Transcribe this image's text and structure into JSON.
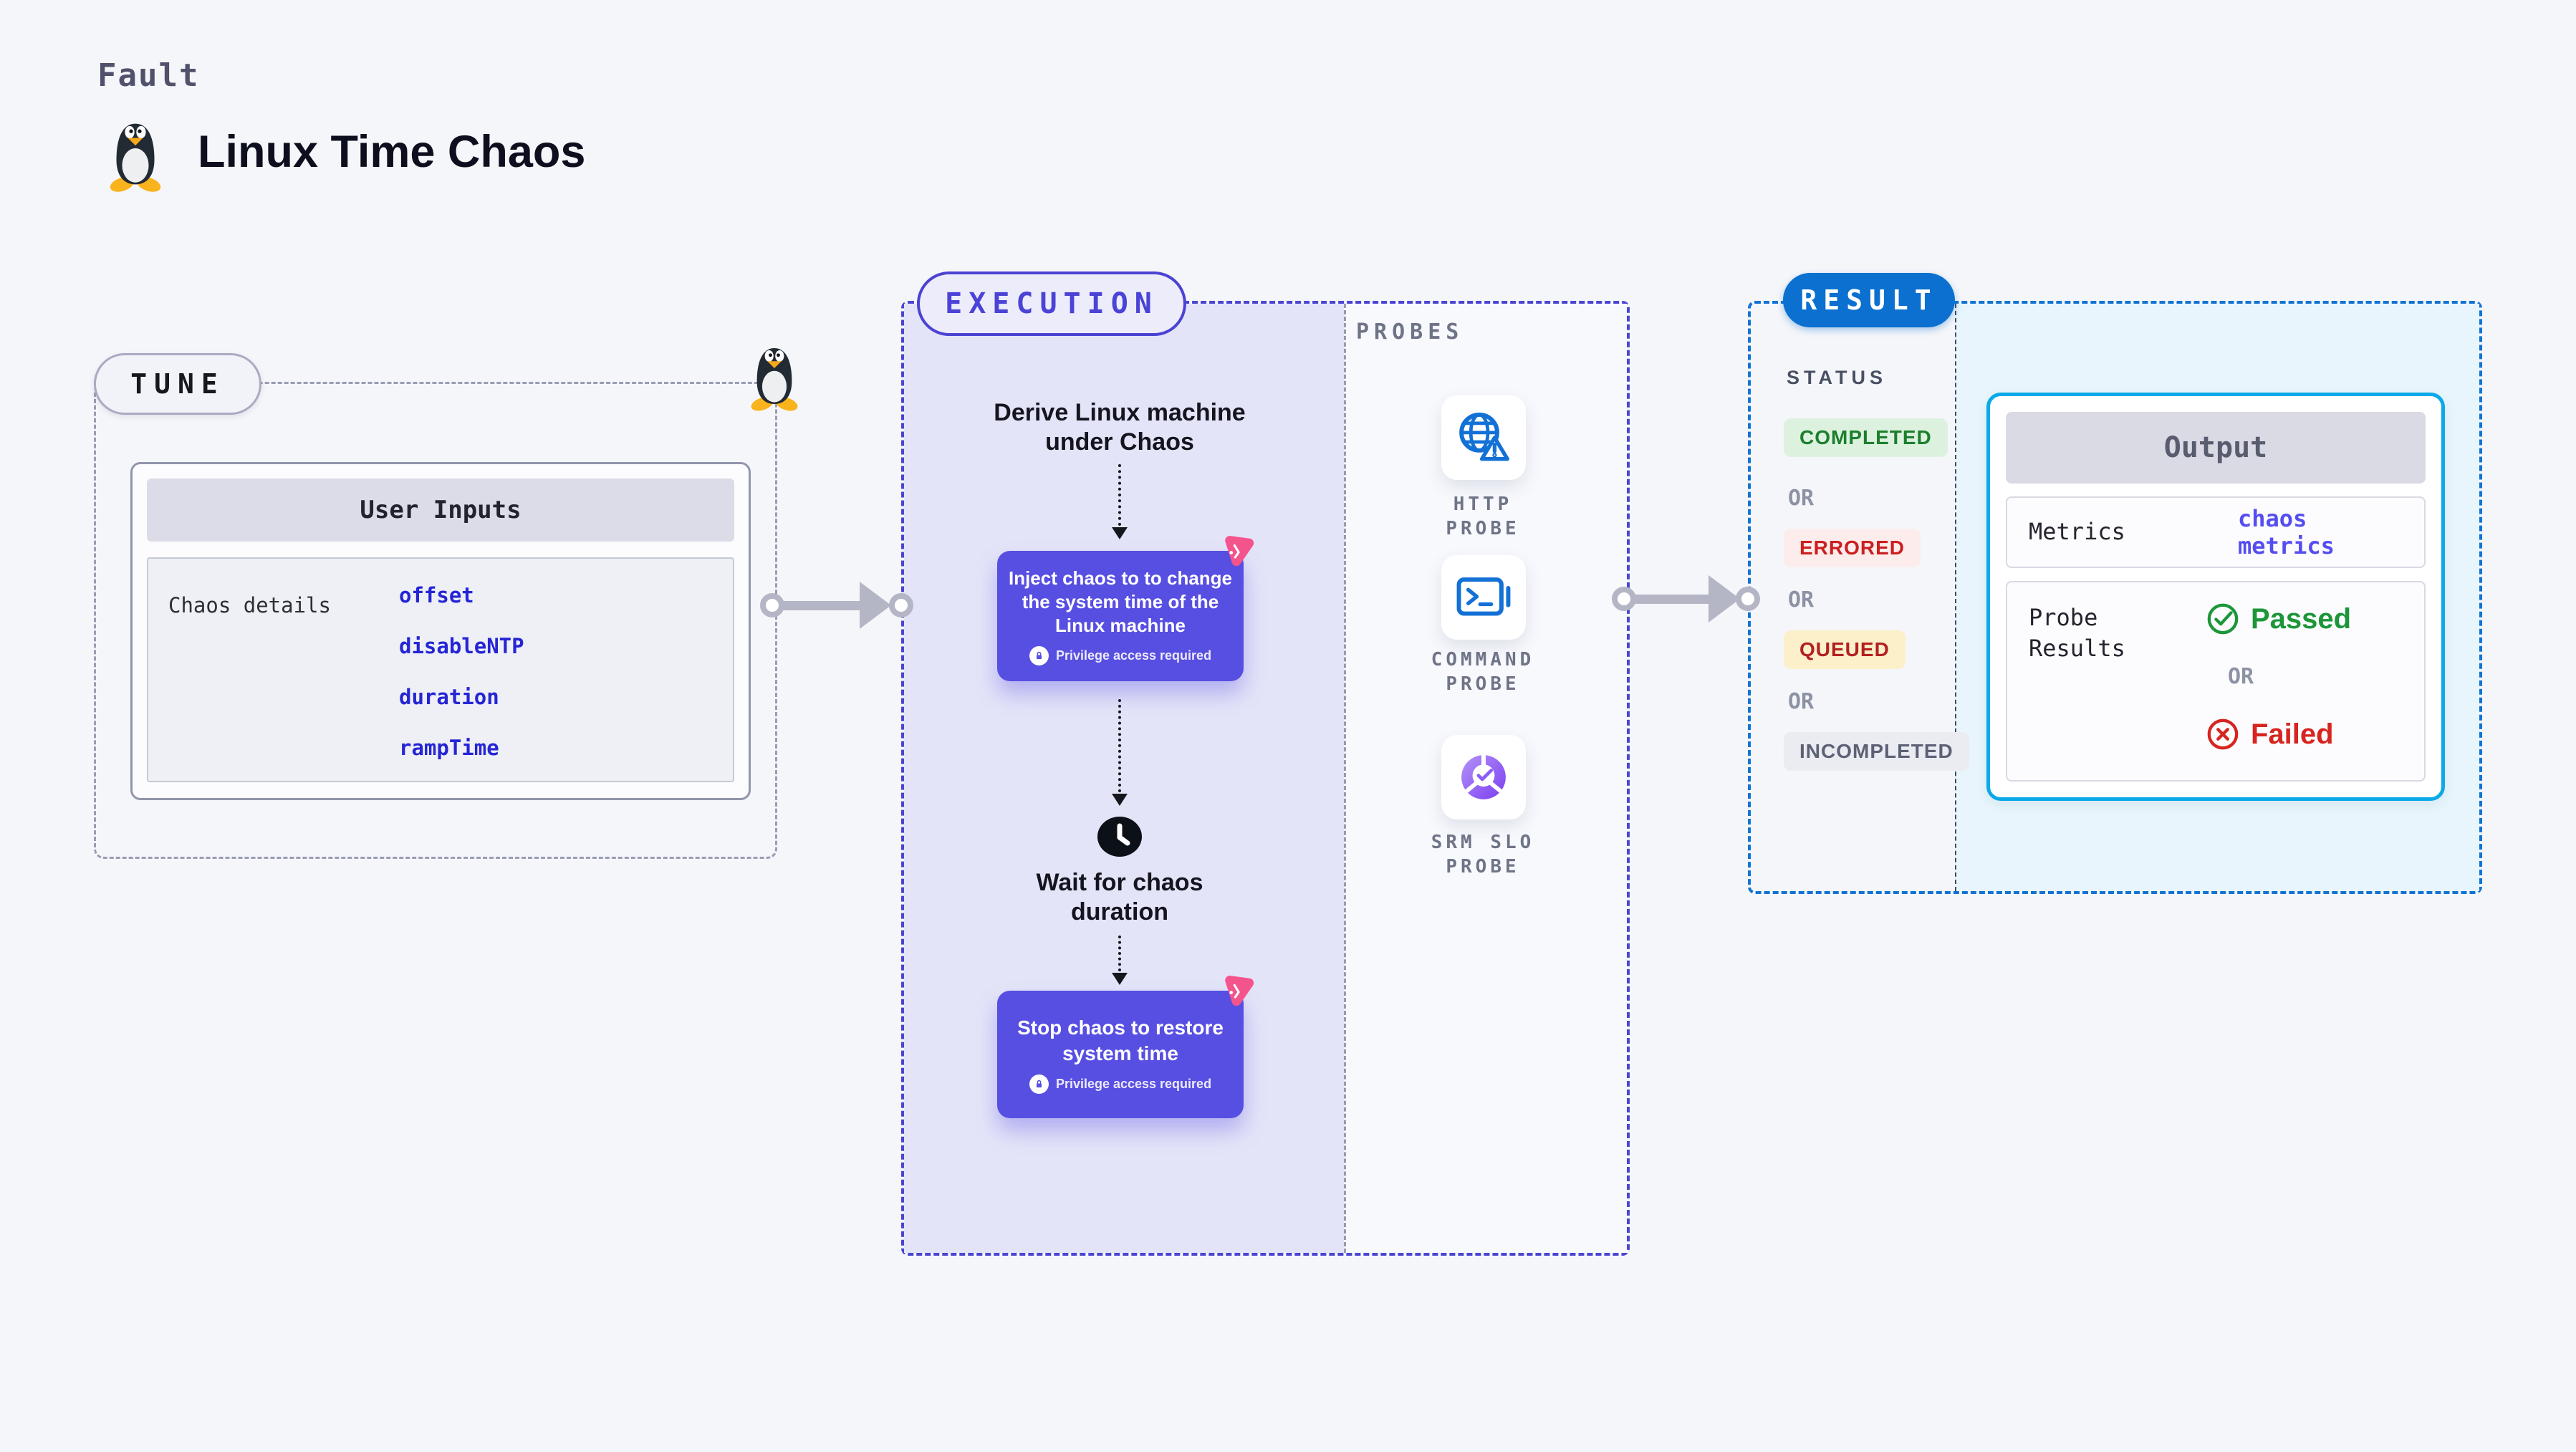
{
  "palette": {
    "page_bg": "#f5f6fa",
    "indigo_accent": "#4b43d2",
    "purple_step_box": "#574ee2",
    "lavender_panel": "#e4e4f8",
    "pink_chaos_badge": "#f4548c",
    "result_pill_blue": "#0b70cf",
    "result_dash_blue": "#1173d4",
    "output_border_cyan": "#0ba9e8",
    "output_panel_blue": "#e8f5fc",
    "input_link_blue": "#2525d6",
    "metrics_link_blue": "#554df0",
    "passed_green": "#1c9639",
    "failed_red": "#d7241f",
    "completed_bg": "#ddf2de",
    "completed_text": "#1c7f2e",
    "errored_bg": "#fcecec",
    "errored_text": "#cb1f1f",
    "queued_bg": "#fcf0ca",
    "queued_text": "#b32020",
    "incompleted_bg": "#ebecf2",
    "incompleted_text": "#5d6175",
    "connector_gray": "#b4b6c6",
    "probe_icon_blue": "#1371d6"
  },
  "header": {
    "eyebrow": "Fault",
    "title": "Linux Time Chaos"
  },
  "tune": {
    "pill_label": "TUNE",
    "card": {
      "title": "User Inputs",
      "row_label": "Chaos details",
      "inputs": [
        "offset",
        "disableNTP",
        "duration",
        "rampTime"
      ]
    }
  },
  "execution": {
    "pill_label": "EXECUTION",
    "derive_text": "Derive Linux machine under Chaos",
    "inject_step": {
      "text": "Inject chaos to to change the system time of the Linux machine",
      "note": "Privilege access required"
    },
    "wait_text": "Wait for chaos duration",
    "stop_step": {
      "text": "Stop chaos to restore system time",
      "note": "Privilege access required"
    }
  },
  "probes": {
    "section_label": "PROBES",
    "items": [
      {
        "label": "HTTP PROBE",
        "icon": "globe-alert-icon"
      },
      {
        "label": "COMMAND PROBE",
        "icon": "terminal-icon"
      },
      {
        "label": "SRM SLO PROBE",
        "icon": "slo-donut-icon"
      }
    ]
  },
  "result": {
    "pill_label": "RESULT",
    "status_label": "STATUS",
    "or_label": "OR",
    "statuses": [
      {
        "label": "COMPLETED",
        "tone": "green"
      },
      {
        "label": "ERRORED",
        "tone": "red"
      },
      {
        "label": "QUEUED",
        "tone": "amber"
      },
      {
        "label": "INCOMPLETED",
        "tone": "gray"
      }
    ],
    "output": {
      "title": "Output",
      "metrics_label": "Metrics",
      "metrics_value": "chaos metrics",
      "probe_results_label": "Probe Results",
      "passed_label": "Passed",
      "or_label": "OR",
      "failed_label": "Failed"
    }
  }
}
